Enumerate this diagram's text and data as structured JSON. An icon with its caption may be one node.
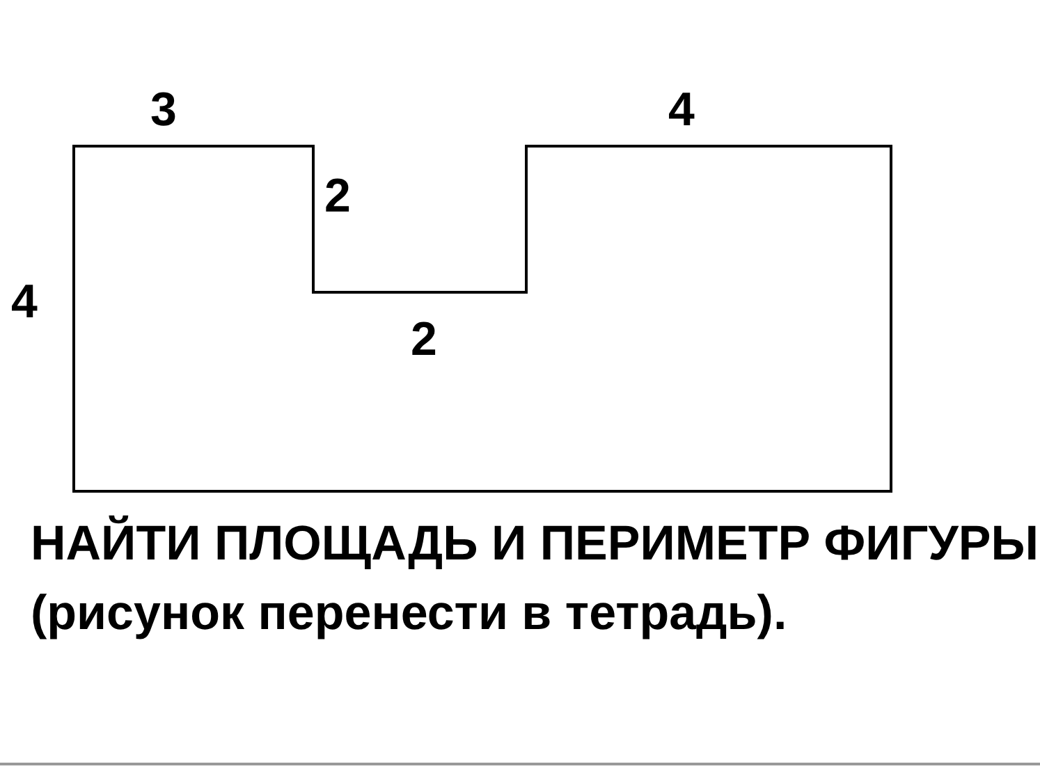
{
  "diagram": {
    "caption": "НАЙТИ ПЛОЩАДЬ И ПЕРИМЕТР ФИГУРЫ (рисунок перенести в тетрадь).",
    "labels": [
      "3",
      "4",
      "2",
      "4",
      "2"
    ]
  }
}
